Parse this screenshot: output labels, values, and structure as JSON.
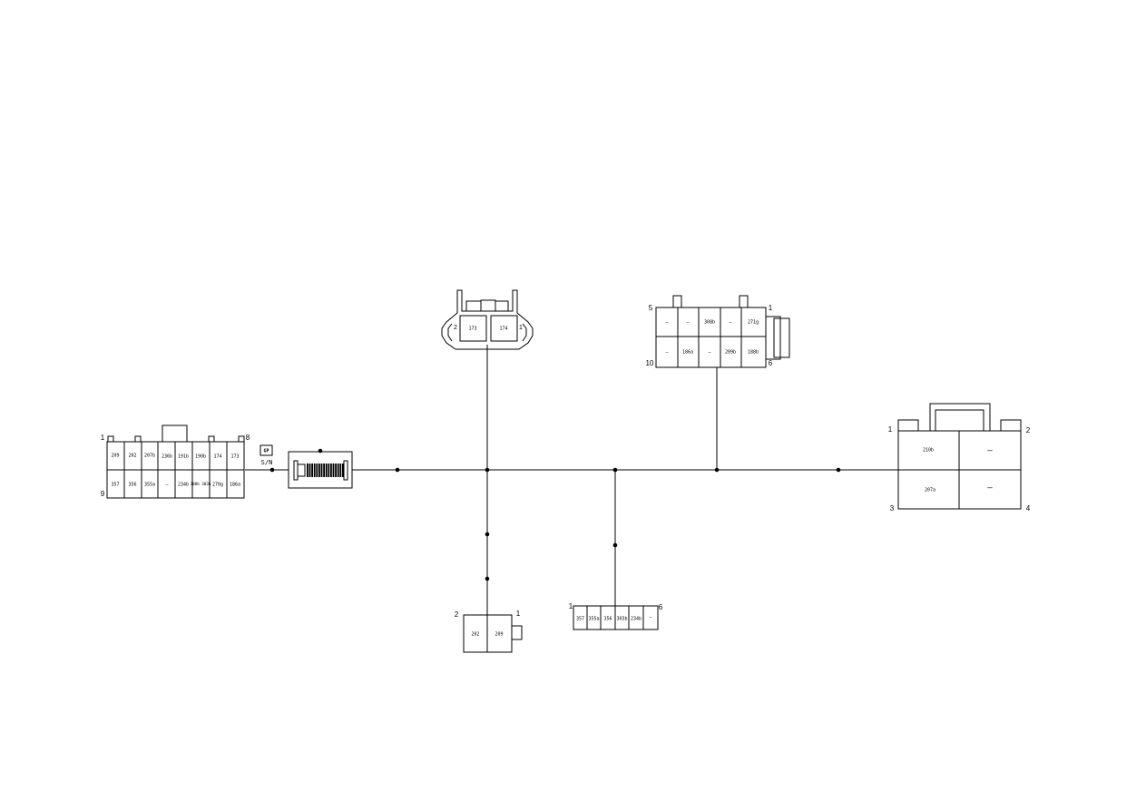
{
  "connectors": {
    "c1": {
      "pins": {
        "tl": "1",
        "tr": "8",
        "bl": "9"
      },
      "top": [
        "209",
        "202",
        "207b",
        "236b",
        "191b",
        "190b",
        "174",
        "173"
      ],
      "bottom": [
        "357",
        "356",
        "355a",
        "—",
        "234b",
        "308b 303b",
        "270g",
        "186a"
      ]
    },
    "ground": {
      "top": "GP",
      "bottom": "S/N"
    },
    "c2": {
      "pins": {
        "l": "2",
        "r": "1"
      },
      "cells": [
        "173",
        "174"
      ]
    },
    "c3": {
      "pins": {
        "tl": "5",
        "tr": "1",
        "bl": "10",
        "br": "6"
      },
      "top": [
        "—",
        "—",
        "308b",
        "—",
        "271g"
      ],
      "bottom": [
        "—",
        "186a",
        "—",
        "209b",
        "188b"
      ]
    },
    "c4": {
      "pins": {
        "tl": "1",
        "tr": "2",
        "bl": "3",
        "br": "4"
      },
      "cells": [
        "210b",
        "—",
        "207a",
        "—"
      ]
    },
    "c5": {
      "pins": {
        "l": "2",
        "r": "1"
      },
      "cells": [
        "202",
        "209"
      ]
    },
    "c6": {
      "pins": {
        "l": "1",
        "r": "6"
      },
      "cells": [
        "357",
        "355a",
        "356",
        "303b",
        "234b",
        "—"
      ]
    }
  }
}
